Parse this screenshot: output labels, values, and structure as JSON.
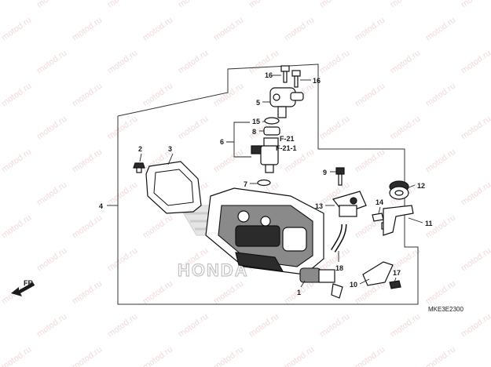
{
  "watermark": "motod.ru",
  "logo_text": "HONDA",
  "direction_label": "FR.",
  "diagram_code": "MKE3E2300",
  "references": [
    "F-21",
    "F-21-1"
  ],
  "callouts": {
    "c1": "1",
    "c2": "2",
    "c3": "3",
    "c4": "4",
    "c5": "5",
    "c6": "6",
    "c7": "7",
    "c8": "8",
    "c9": "9",
    "c10": "10",
    "c11": "11",
    "c12": "12",
    "c13": "13",
    "c14": "14",
    "c15": "15",
    "c16a": "16",
    "c16b": "16",
    "c17": "17",
    "c18": "18"
  },
  "colors": {
    "watermark": "#f2dada",
    "line": "#111111",
    "logo": "#d8d8d8"
  },
  "icons": [
    "front-direction-arrow-icon"
  ]
}
